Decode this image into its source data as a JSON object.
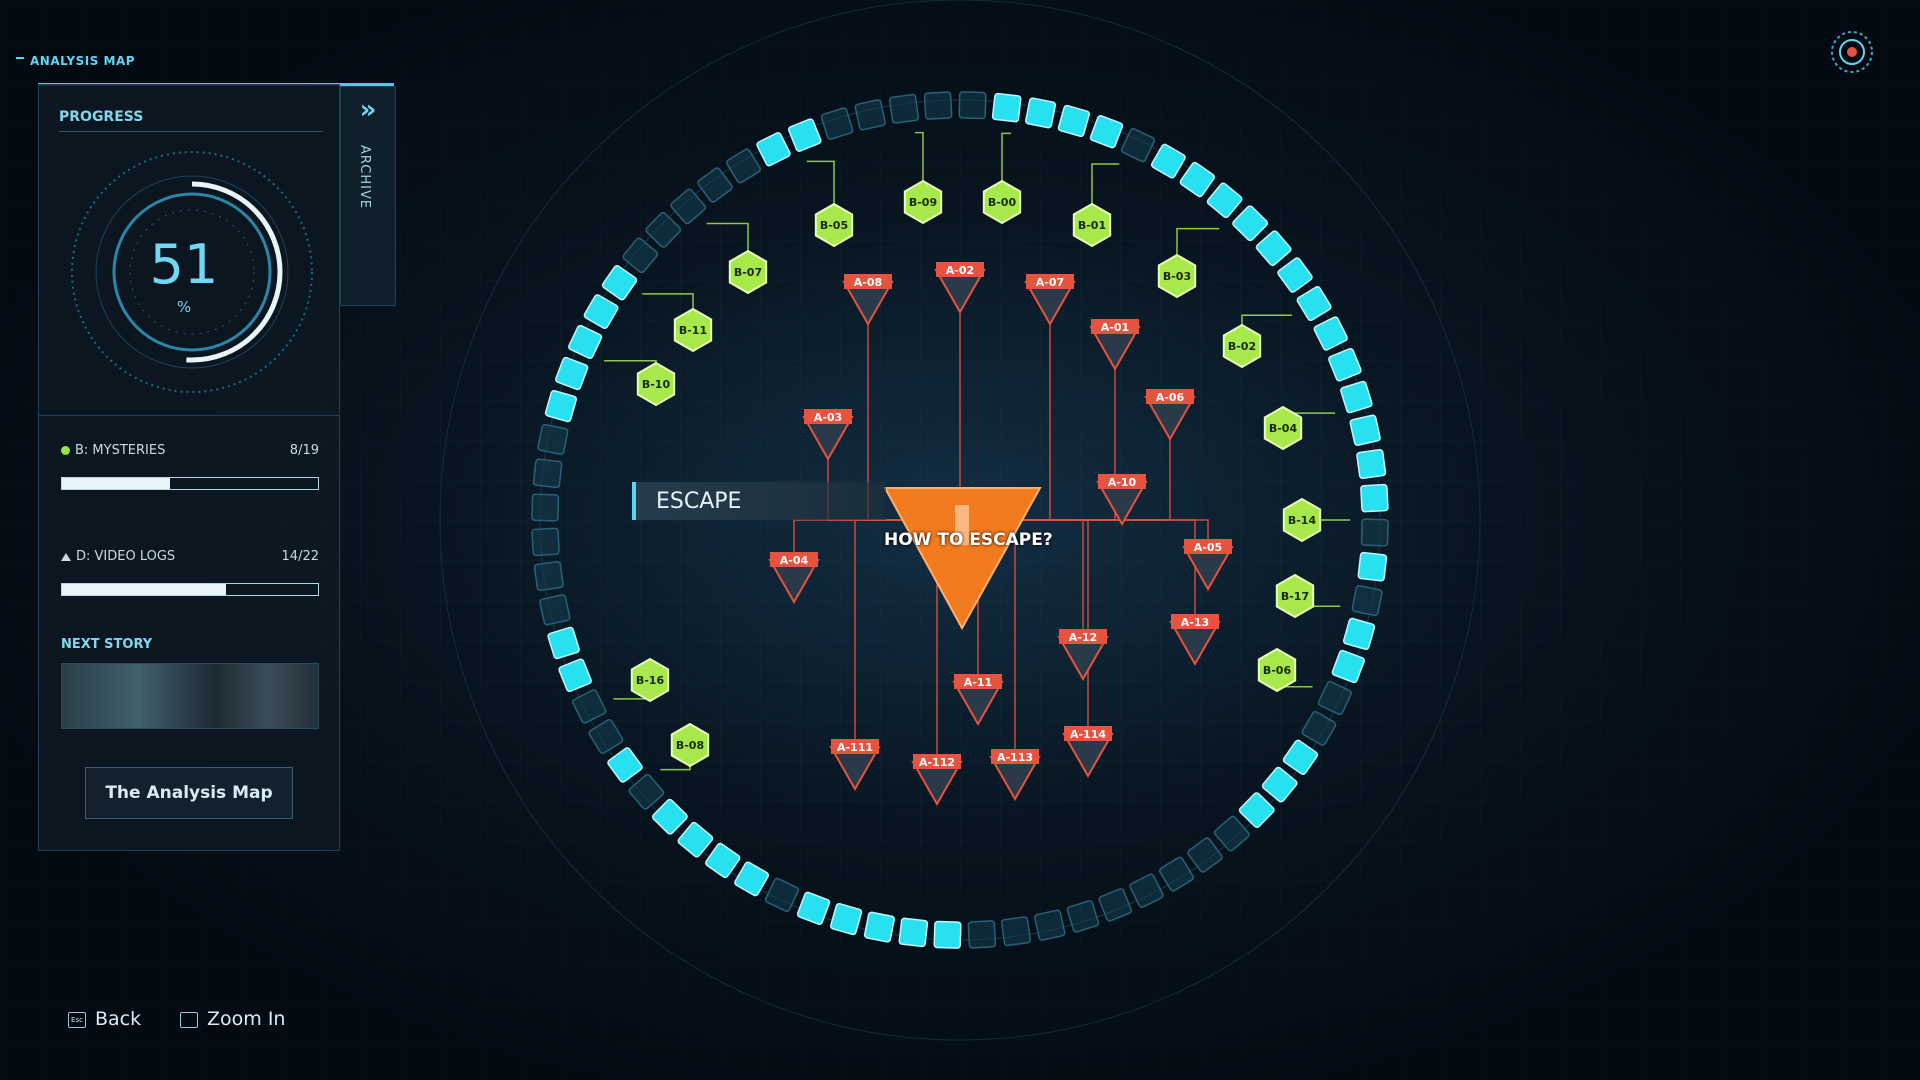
{
  "header": {
    "map_title": "ANALYSIS MAP"
  },
  "progress": {
    "label": "PROGRESS",
    "percent": "51",
    "percent_sign": "%",
    "fraction": 0.51
  },
  "archive": {
    "label": "ARCHIVE",
    "chevron": "»"
  },
  "stats": [
    {
      "label": "B: MYSTERIES",
      "count": "8/19",
      "fraction": 0.42
    },
    {
      "label": "D: VIDEO LOGS",
      "count": "14/22",
      "fraction": 0.64
    }
  ],
  "next_story": {
    "label": "NEXT STORY",
    "button": "The Analysis Map"
  },
  "footer": {
    "back_key": "Esc",
    "back": "Back",
    "zoom_key": "",
    "zoom": "Zoom In"
  },
  "center": {
    "escape": "ESCAPE",
    "question": "HOW TO ESCAPE?"
  },
  "colors": {
    "accent": "#5fd6f0",
    "ring": "#27e0f0",
    "red": "#e8533f",
    "orange": "#f27a1f",
    "green": "#a7e84a"
  },
  "nodes": {
    "red": [
      "A-08",
      "A-02",
      "A-07",
      "A-01",
      "A-06",
      "A-03",
      "A-10",
      "A-05",
      "A-04",
      "A-13",
      "A-12",
      "A-11",
      "A-111",
      "A-112",
      "A-113",
      "A-114"
    ],
    "green": [
      "B-05",
      "B-09",
      "B-00",
      "B-01",
      "B-07",
      "B-03",
      "B-11",
      "B-02",
      "B-10",
      "B-04",
      "B-14",
      "B-17",
      "B-16",
      "B-06",
      "B-08"
    ]
  }
}
